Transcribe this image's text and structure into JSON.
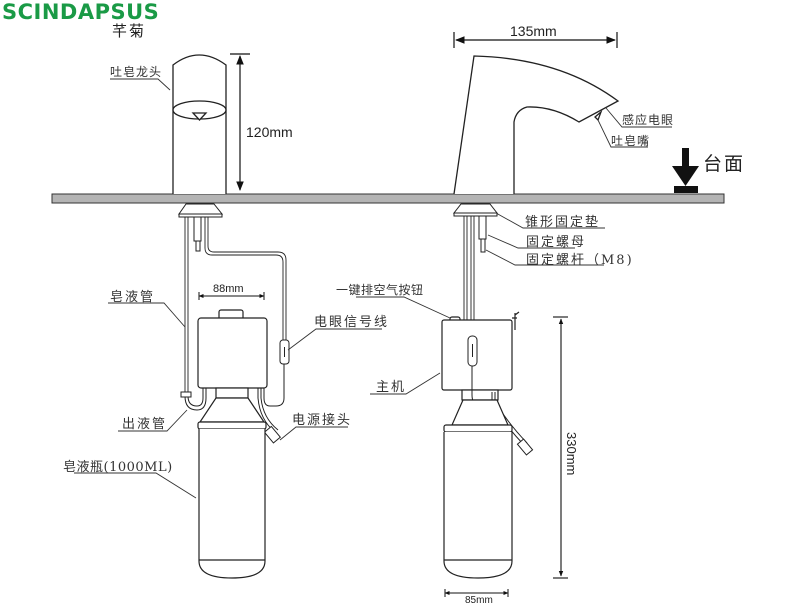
{
  "brand": {
    "name": "SCINDAPSUS",
    "name_cn": "芊菊",
    "color": "#1a9a46"
  },
  "counter_label": "台面",
  "dimensions": {
    "faucet_left_height": "120mm",
    "faucet_right_width": "135mm",
    "box_width": "88mm",
    "bottle_width": "85mm",
    "total_height": "330mm"
  },
  "labels": {
    "soap_faucet": "吐皂龙头",
    "sensor_eye": "感应电眼",
    "soap_nozzle": "吐皂嘴",
    "cone_washer": "锥形固定垫",
    "fixing_nut": "固定螺母",
    "fixing_rod": "固定螺杆（M8)",
    "soap_tube": "皂液管",
    "sensor_signal_wire": "电眼信号线",
    "air_purge_button": "一键排空气按钮",
    "main_unit": "主机",
    "outlet_tube": "出液管",
    "power_connector": "电源接头",
    "soap_bottle": "皂液瓶(1000ML)"
  },
  "colors": {
    "counter_fill": "#b4b4b4",
    "line": "#222222"
  }
}
